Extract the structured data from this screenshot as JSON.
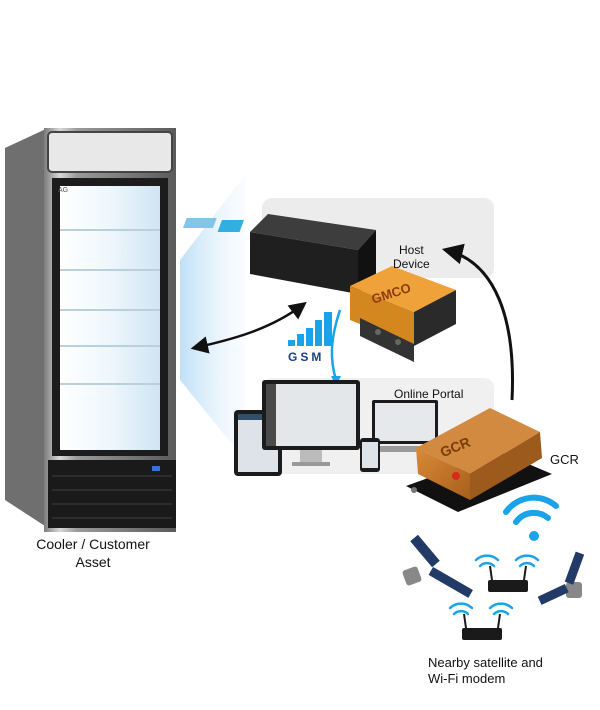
{
  "labels": {
    "host_device_line1": "Host",
    "host_device_line2": "Device",
    "online_portal": "Online Portal",
    "gcr": "GCR",
    "cooler_line1": "Cooler / Customer",
    "cooler_line2": "Asset",
    "nearby_line1": "Nearby satellite and",
    "nearby_line2": "Wi-Fi modem"
  },
  "devices": {
    "gmco_brand": "GMCO",
    "gcr_brand": "GCR",
    "gsm_text": "GSM",
    "cooler_badge": "AG"
  },
  "colors": {
    "wifi_blue": "#1aa3e8",
    "gcr_orange": "#c97a2a",
    "gmco_orange": "#e89424",
    "arrow": "#111111",
    "cooler_glow": "#d6ecfa"
  }
}
